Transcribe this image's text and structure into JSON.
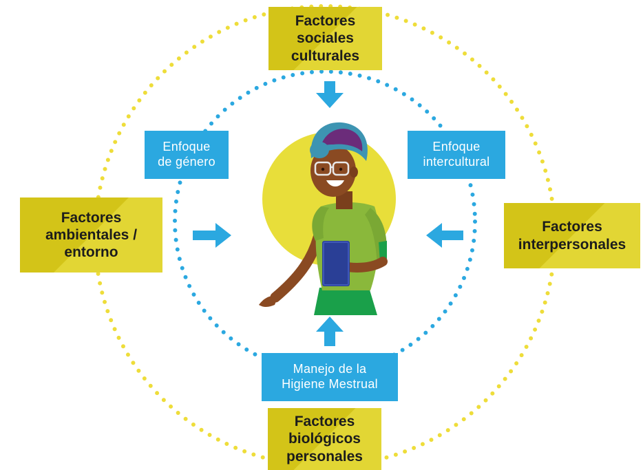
{
  "factors": {
    "top": "Factores\nsociales\nculturales",
    "left": "Factores\nambientales /\nentorno",
    "right": "Factores\ninterpersonales",
    "bottom": "Factores\nbiológicos\npersonales"
  },
  "approaches": {
    "gender": "Enfoque\nde género",
    "intercultural": "Enfoque\nintercultural",
    "center": "Manejo de la\nHigiene Mestrual"
  },
  "colors": {
    "outer_dots": "#eedd3a",
    "inner_dots": "#2ba8e0",
    "arrow": "#2ba8e0",
    "factor_box": "#d3c418",
    "approach_box": "#2ba8e0",
    "halo": "#e8de3a"
  },
  "icons": {
    "center_figure": "woman-with-book-illustration",
    "arrows": "arrow-icon"
  }
}
